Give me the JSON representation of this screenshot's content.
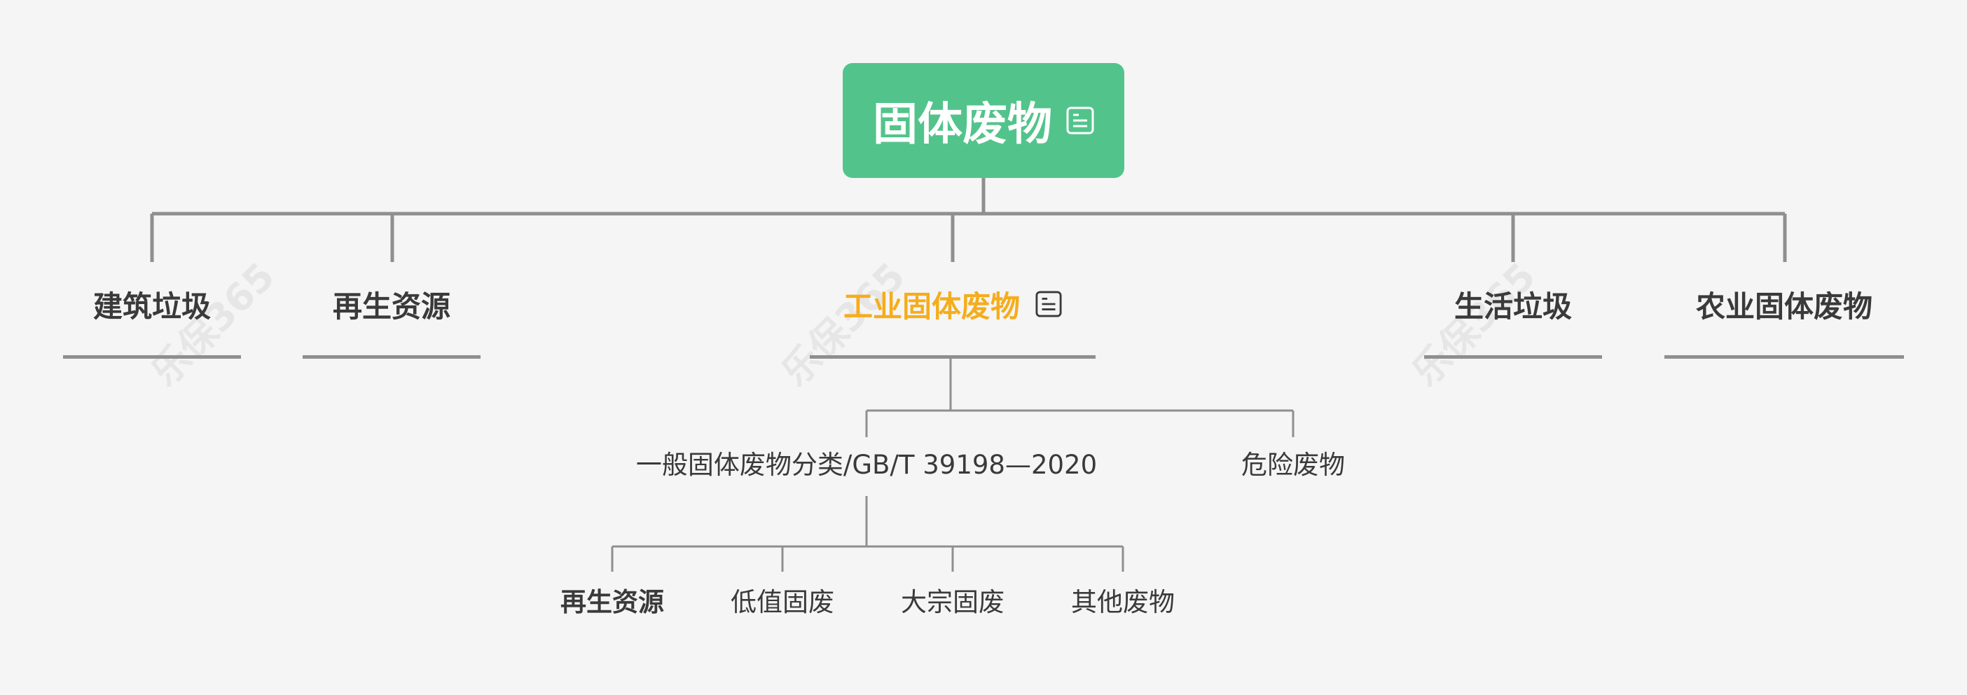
{
  "root": {
    "label": "固体废物",
    "icon": "note-icon"
  },
  "level1": [
    {
      "label": "建筑垃圾"
    },
    {
      "label": "再生资源"
    },
    {
      "label": "工业固体废物",
      "icon": "note-icon",
      "highlight_color": "#f5ad1c"
    },
    {
      "label": "生活垃圾"
    },
    {
      "label": "农业固体废物"
    }
  ],
  "level2": [
    {
      "label": "一般固体废物分类/GB/T 39198—2020"
    },
    {
      "label": "危险废物"
    }
  ],
  "level3": [
    {
      "label": "再生资源"
    },
    {
      "label": "低值固废"
    },
    {
      "label": "大宗固废"
    },
    {
      "label": "其他废物"
    }
  ],
  "watermark": "乐保365",
  "colors": {
    "root_bg": "#52c48b",
    "connector": "#8f8f8f",
    "highlight": "#f5ad1c",
    "background": "#f5f5f5"
  }
}
